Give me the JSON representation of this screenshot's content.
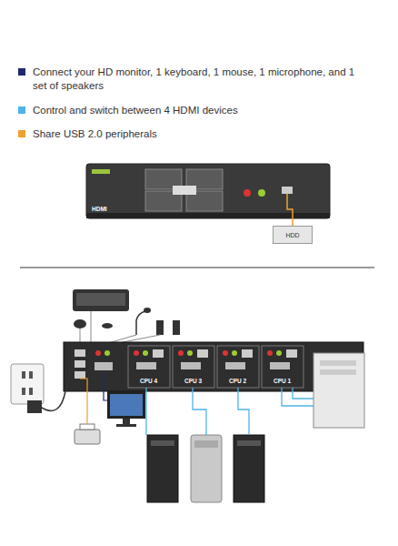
{
  "diagram": {
    "nodes": [
      {
        "text": [
          "HDD"
        ]
      }
    ],
    "labels": [
      "HDMI",
      "CPU 4",
      "CPU 3",
      "CPU 2",
      "CPU 1"
    ],
    "legend": [
      {
        "text": "Connect your HD monitor, 1 keyboard, 1 mouse, 1 microphone, and 1 set of speakers",
        "color": "#1f2a6e"
      },
      {
        "text": "Control and switch between 4 HDMI devices",
        "color": "#4fb3e8"
      },
      {
        "text": "Share USB 2.0 peripherals",
        "color": "#f0a030"
      }
    ]
  }
}
